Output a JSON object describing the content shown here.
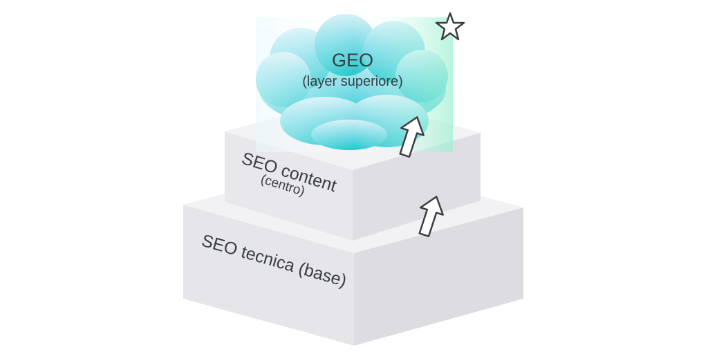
{
  "diagram": {
    "top_layer": {
      "title": "GEO",
      "subtitle": "(layer superiore)"
    },
    "middle_layer": {
      "title": "SEO content",
      "subtitle": "(centro)"
    },
    "base_layer": {
      "title": "SEO tecnica (base)"
    },
    "icons": [
      "star-icon",
      "arrow-up-icon",
      "arrow-up-icon"
    ],
    "colors": {
      "cloud_top": "#bfeaf2",
      "cloud_mid": "#3fcfd6",
      "cloud_accent": "#6ee6c4",
      "block_top": "#f1f1f3",
      "block_left": "#e4e4e8",
      "block_right": "#dcdce1",
      "stroke": "#3a3d42"
    }
  }
}
